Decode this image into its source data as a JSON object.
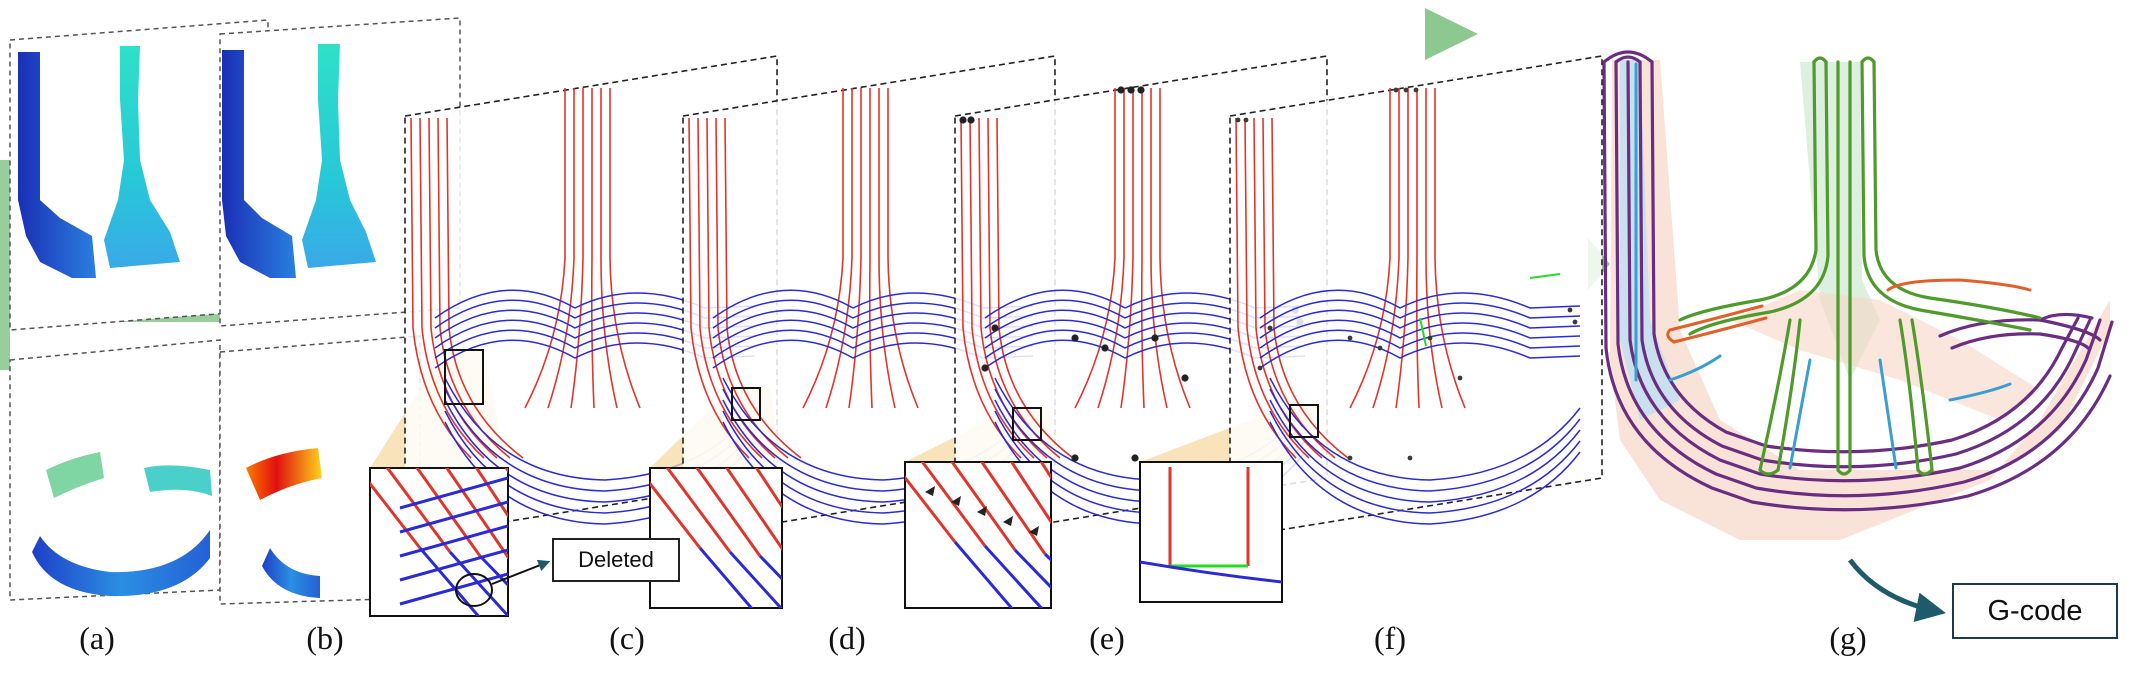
{
  "labels": [
    "(a)",
    "(b)",
    "(c)",
    "(d)",
    "(e)",
    "(f)",
    "(g)"
  ],
  "annotations": {
    "deleted": "Deleted",
    "gcode": "G-code"
  },
  "colors": {
    "red_toolpath": "#e0352b",
    "blue_toolpath": "#2a2ad6",
    "green_connector": "#22dd22",
    "arrow_green": "#8cc990",
    "highlight": "#f6d9a4",
    "purple_path": "#6a2d82",
    "green_path": "#4e9a2a",
    "orange_path": "#e0602a",
    "cyan_path": "#3a9fd0"
  }
}
